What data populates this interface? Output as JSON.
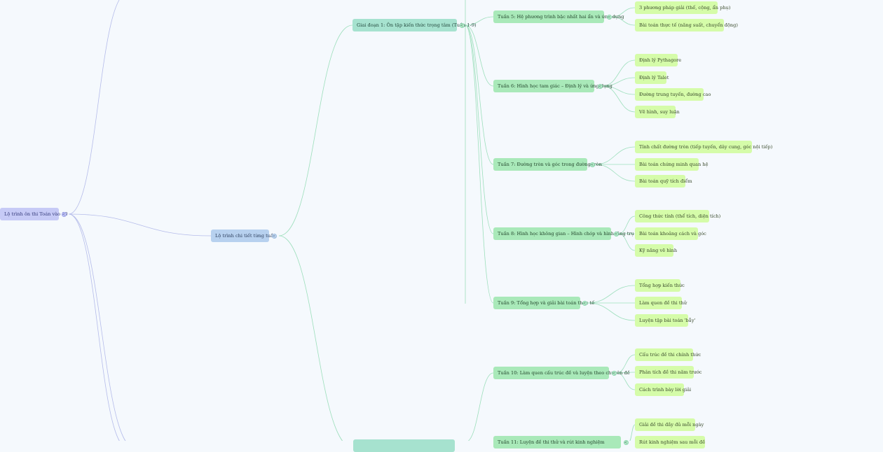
{
  "root": {
    "label": "Lộ trình ôn thi Toán vào 10",
    "toggle": "<"
  },
  "branch": {
    "label": "Lộ trình chi tiết từng tuần",
    "toggle": "<"
  },
  "stage1": {
    "label": "Giai đoạn 1: Ôn tập kiến thức trọng tâm (Tuần 1-9)",
    "toggle": "<"
  },
  "weeks": [
    {
      "label": "Tuần 5: Hệ phương trình bậc nhất hai ẩn và ứng dụng",
      "toggle": "<",
      "children": [
        "3 phương pháp giải (thế, cộng, ẩn phụ)",
        "Bài toán thực tế (năng suất, chuyển động)"
      ]
    },
    {
      "label": "Tuần 6: Hình học tam giác – Định lý và ứng dụng",
      "toggle": "<",
      "children": [
        "Định lý Pythagore",
        "Định lý Talet",
        "Đường trung tuyến, đường cao",
        "Vẽ hình, suy luận"
      ]
    },
    {
      "label": "Tuần 7: Đường tròn và góc trong đường tròn",
      "toggle": "<",
      "children": [
        "Tính chất đường tròn (tiếp tuyến, dây cung, góc nội tiếp)",
        "Bài toán chứng minh quan hệ",
        "Bài toán quỹ tích điểm"
      ]
    },
    {
      "label": "Tuần 8: Hình học không gian – Hình chóp và hình lăng trụ",
      "toggle": "<",
      "children": [
        "Công thức tính (thể tích, diện tích)",
        "Bài toán khoảng cách và góc",
        "Kỹ năng vẽ hình"
      ]
    },
    {
      "label": "Tuần 9: Tổng hợp và giải bài toán thực tế",
      "toggle": "<",
      "children": [
        "Tổng hợp kiến thức",
        "Làm quen đề thi thử",
        "Luyện tập bài toán 'bẫy'"
      ]
    },
    {
      "label": "Tuần 10: Làm quen cấu trúc đề và luyện theo chuyên đề",
      "toggle": "<",
      "children": [
        "Cấu trúc đề thi chính thức",
        "Phân tích đề thi năm trước",
        "Cách trình bày lời giải"
      ]
    },
    {
      "label": "Tuần 11: Luyện đề thi thử và rút kinh nghiệm",
      "toggle": "<",
      "children": [
        "Giải đề thi đầy đủ mỗi ngày",
        "Rút kinh nghiệm sau mỗi đề"
      ]
    }
  ],
  "colors": {
    "root": "#c6caf6",
    "branch": "#b7d1ef",
    "stage": "#a6e2cf",
    "week": "#a9e9b9",
    "leaf": "#d5fca9",
    "edge_root": "#b5bcea",
    "edge_green": "#9ddfbc"
  }
}
